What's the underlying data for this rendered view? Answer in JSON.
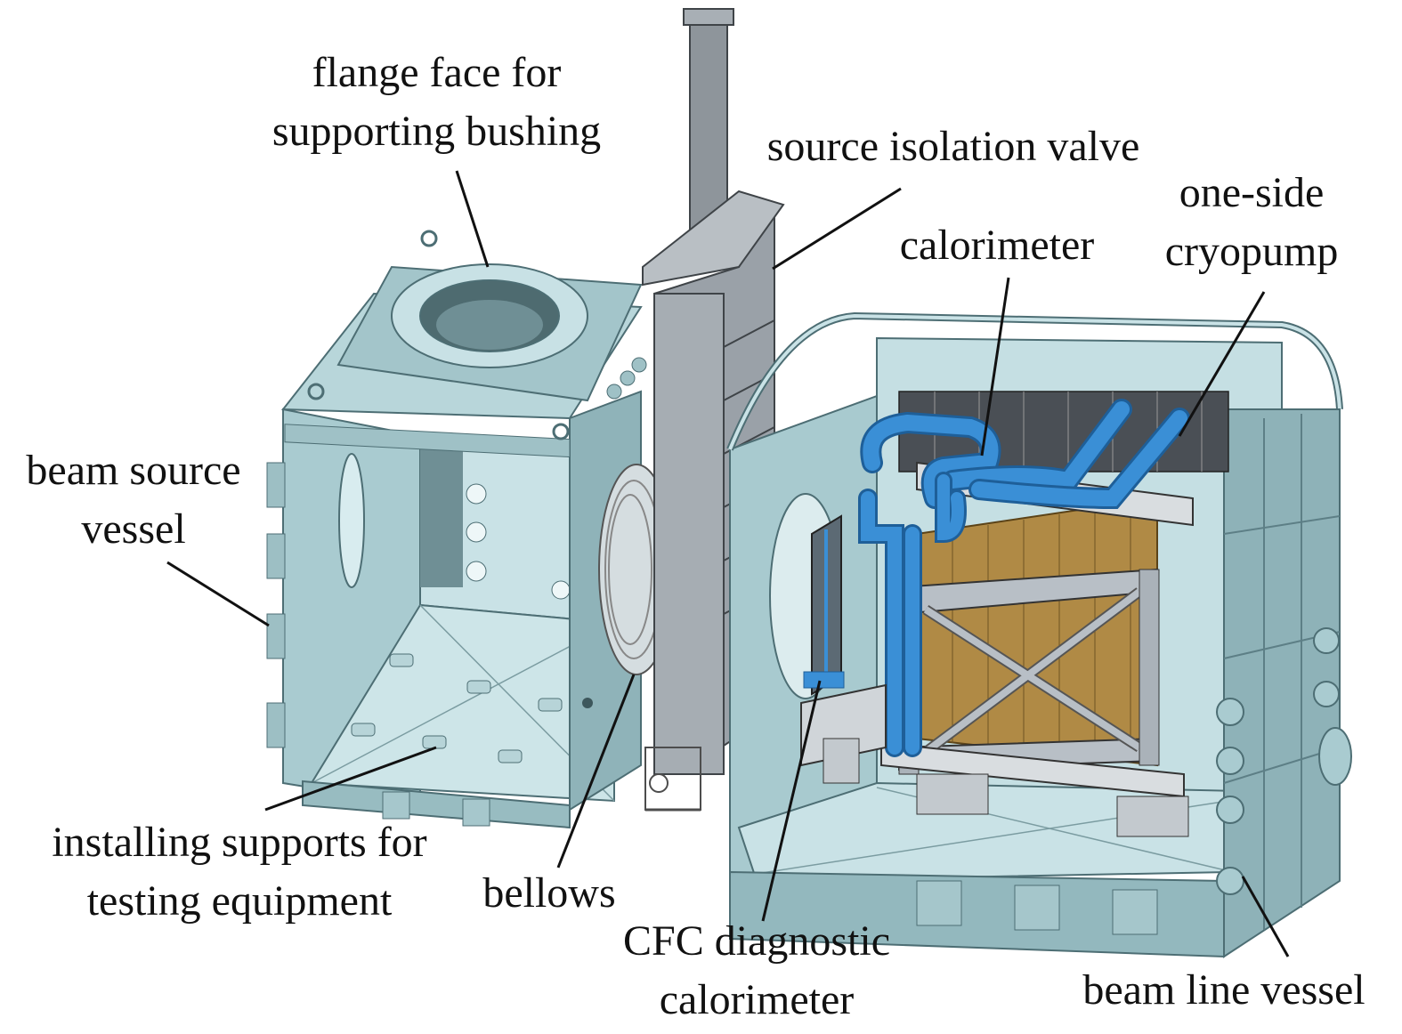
{
  "labels": {
    "flange": [
      "flange face for",
      "supporting bushing"
    ],
    "valve": [
      "source isolation valve"
    ],
    "cryopump": [
      "one-side",
      "cryopump"
    ],
    "calorimeter": [
      "calorimeter"
    ],
    "source_vessel": [
      "beam source",
      "vessel"
    ],
    "supports": [
      "installing supports for",
      "testing equipment"
    ],
    "bellows": [
      "bellows"
    ],
    "cfc": [
      "CFC diagnostic",
      "calorimeter"
    ],
    "beamline": [
      "beam line vessel"
    ]
  },
  "colors": {
    "vessel": "#b9d8dc",
    "vessel_dark": "#7fa6ac",
    "vessel_shadow": "#5d7f86",
    "valve": "#9ea4aa",
    "pipe": "#3a8fd6",
    "panel": "#b08a45",
    "leader": "#111111"
  }
}
